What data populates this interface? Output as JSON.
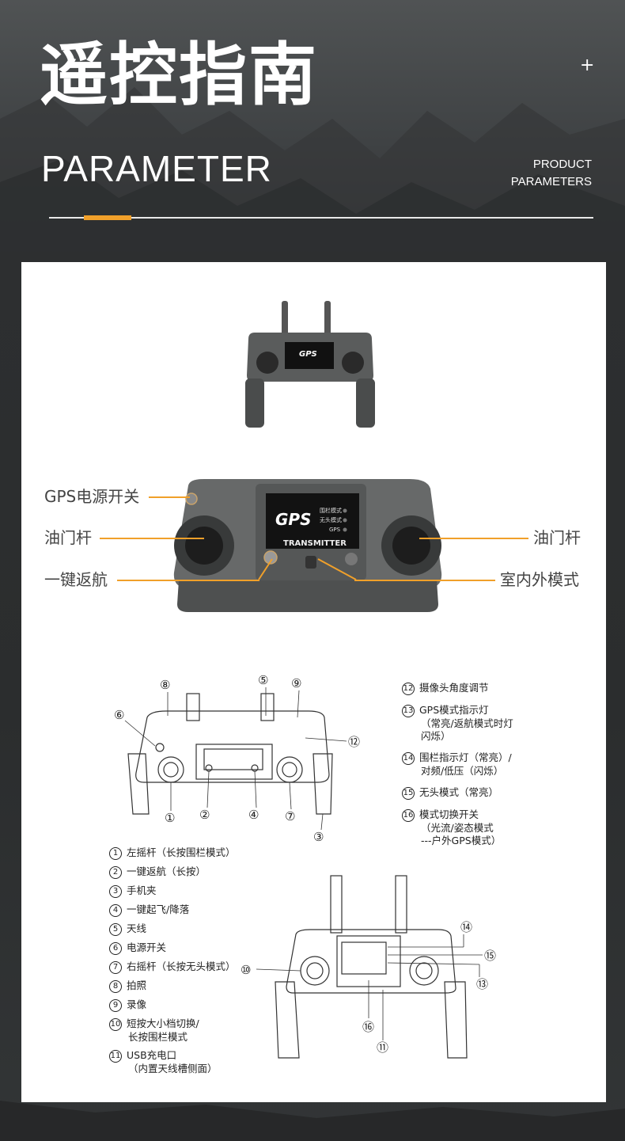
{
  "header": {
    "title": "遥控指南",
    "plus": "+",
    "subtitle": "PARAMETER",
    "product_line1": "PRODUCT",
    "product_line2": "PARAMETERS"
  },
  "remote": {
    "screen_brand": "GPS",
    "screen_sub": "TRANSMITTER",
    "screen_items": [
      "围栏模式",
      "无头模式",
      "GPS"
    ]
  },
  "callouts": {
    "gps_power": "GPS电源开关",
    "throttle_left": "油门杆",
    "throttle_right": "油门杆",
    "return_home": "一键返航",
    "indoor_outdoor": "室内外模式"
  },
  "diagram_numbers": [
    "①",
    "②",
    "③",
    "④",
    "⑤",
    "⑥",
    "⑦",
    "⑧",
    "⑨",
    "⑩",
    "⑪",
    "⑫",
    "⑬",
    "⑭",
    "⑮",
    "⑯"
  ],
  "legend_left": [
    {
      "num": "1",
      "lines": [
        "左摇杆（长按围栏模式）"
      ]
    },
    {
      "num": "2",
      "lines": [
        "一键返航（长按）"
      ]
    },
    {
      "num": "3",
      "lines": [
        "手机夹"
      ]
    },
    {
      "num": "4",
      "lines": [
        "一键起飞/降落"
      ]
    },
    {
      "num": "5",
      "lines": [
        "天线"
      ]
    },
    {
      "num": "6",
      "lines": [
        "电源开关"
      ]
    },
    {
      "num": "7",
      "lines": [
        "右摇杆（长按无头模式）"
      ]
    },
    {
      "num": "8",
      "lines": [
        "拍照"
      ]
    },
    {
      "num": "9",
      "lines": [
        "录像"
      ]
    },
    {
      "num": "10",
      "lines": [
        "短按大小档切换/",
        "长按围栏模式"
      ]
    },
    {
      "num": "11",
      "lines": [
        "USB充电口",
        "（内置天线槽侧面）"
      ]
    }
  ],
  "legend_right": [
    {
      "num": "12",
      "lines": [
        "摄像头角度调节"
      ]
    },
    {
      "num": "13",
      "lines": [
        "GPS模式指示灯",
        "（常亮/返航模式时灯",
        "闪烁）"
      ]
    },
    {
      "num": "14",
      "lines": [
        "围栏指示灯（常亮）/",
        "对频/低压（闪烁）"
      ]
    },
    {
      "num": "15",
      "lines": [
        "无头模式（常亮）"
      ]
    },
    {
      "num": "16",
      "lines": [
        "模式切换开关",
        "（光流/姿态模式",
        "---户外GPS模式）"
      ]
    }
  ]
}
